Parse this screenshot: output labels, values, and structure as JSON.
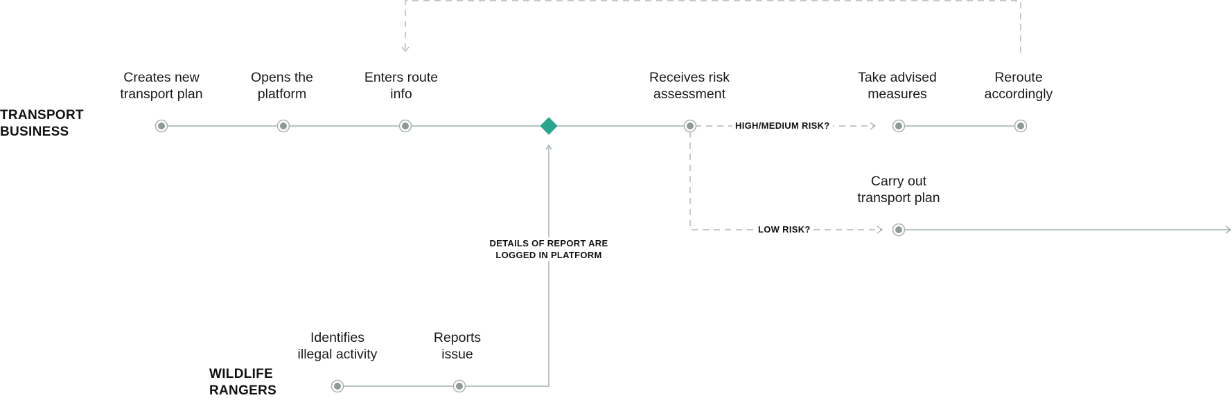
{
  "lanes": {
    "transport": {
      "line1": "TRANSPORT",
      "line2": "BUSINESS"
    },
    "rangers": {
      "line1": "WILDLIFE",
      "line2": "RANGERS"
    }
  },
  "steps": {
    "create_plan": {
      "line1": "Creates new",
      "line2": "transport plan"
    },
    "open_platform": {
      "line1": "Opens the",
      "line2": "platform"
    },
    "enter_route": {
      "line1": "Enters route",
      "line2": "info"
    },
    "receive_risk": {
      "line1": "Receives risk",
      "line2": "assessment"
    },
    "take_measures": {
      "line1": "Take advised",
      "line2": "measures"
    },
    "reroute": {
      "line1": "Reroute",
      "line2": "accordingly"
    },
    "carry_out": {
      "line1": "Carry out",
      "line2": "transport plan"
    },
    "identify_activity": {
      "line1": "Identifies",
      "line2": "illegal activity"
    },
    "report_issue": {
      "line1": "Reports",
      "line2": "issue"
    }
  },
  "branches": {
    "high_medium": "HIGH/MEDIUM RISK?",
    "low": "LOW RISK?"
  },
  "report_logged": {
    "line1": "DETAILS OF REPORT ARE",
    "line2": "LOGGED IN PLATFORM"
  },
  "colors": {
    "line": "#9fb0ad",
    "node_ring": "#a9b4b3",
    "node_center": "#8e9998",
    "diamond": "#2aa58e",
    "dashed": "#a7a7a7"
  }
}
